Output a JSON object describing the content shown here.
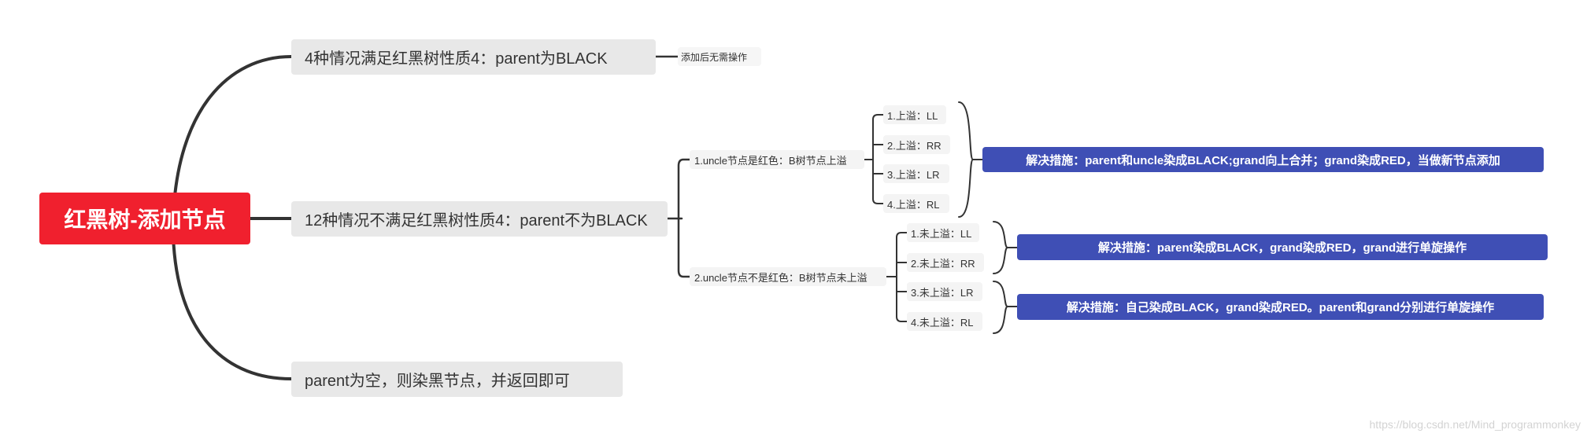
{
  "root": {
    "label": "红黑树-添加节点"
  },
  "branches": [
    {
      "label": "4种情况满足红黑树性质4：parent为BLACK",
      "note": "添加后无需操作"
    },
    {
      "label": "12种情况不满足红黑树性质4：parent不为BLACK"
    },
    {
      "label": "parent为空，则染黑节点，并返回即可"
    }
  ],
  "uncle_cases": [
    {
      "label": "1.uncle节点是红色：B树节点上溢",
      "items": [
        "1.上溢：LL",
        "2.上溢：RR",
        "3.上溢：LR",
        "4.上溢：RL"
      ],
      "action": "解决措施：parent和uncle染成BLACK;grand向上合并；grand染成RED，当做新节点添加"
    },
    {
      "label": "2.uncle节点不是红色：B树节点未上溢",
      "items": [
        "1.未上溢：LL",
        "2.未上溢：RR",
        "3.未上溢：LR",
        "4.未上溢：RL"
      ],
      "actions": [
        "解决措施：parent染成BLACK，grand染成RED，grand进行单旋操作",
        "解决措施：自己染成BLACK，grand染成RED。parent和grand分别进行单旋操作"
      ]
    }
  ],
  "watermark": "https://blog.csdn.net/Mind_programmonkey",
  "colors": {
    "root": "#f0202e",
    "action": "#3f4fb5",
    "line": "#333333",
    "main_bg": "#e8e8e8",
    "leaf_bg": "#f4f4f4"
  }
}
